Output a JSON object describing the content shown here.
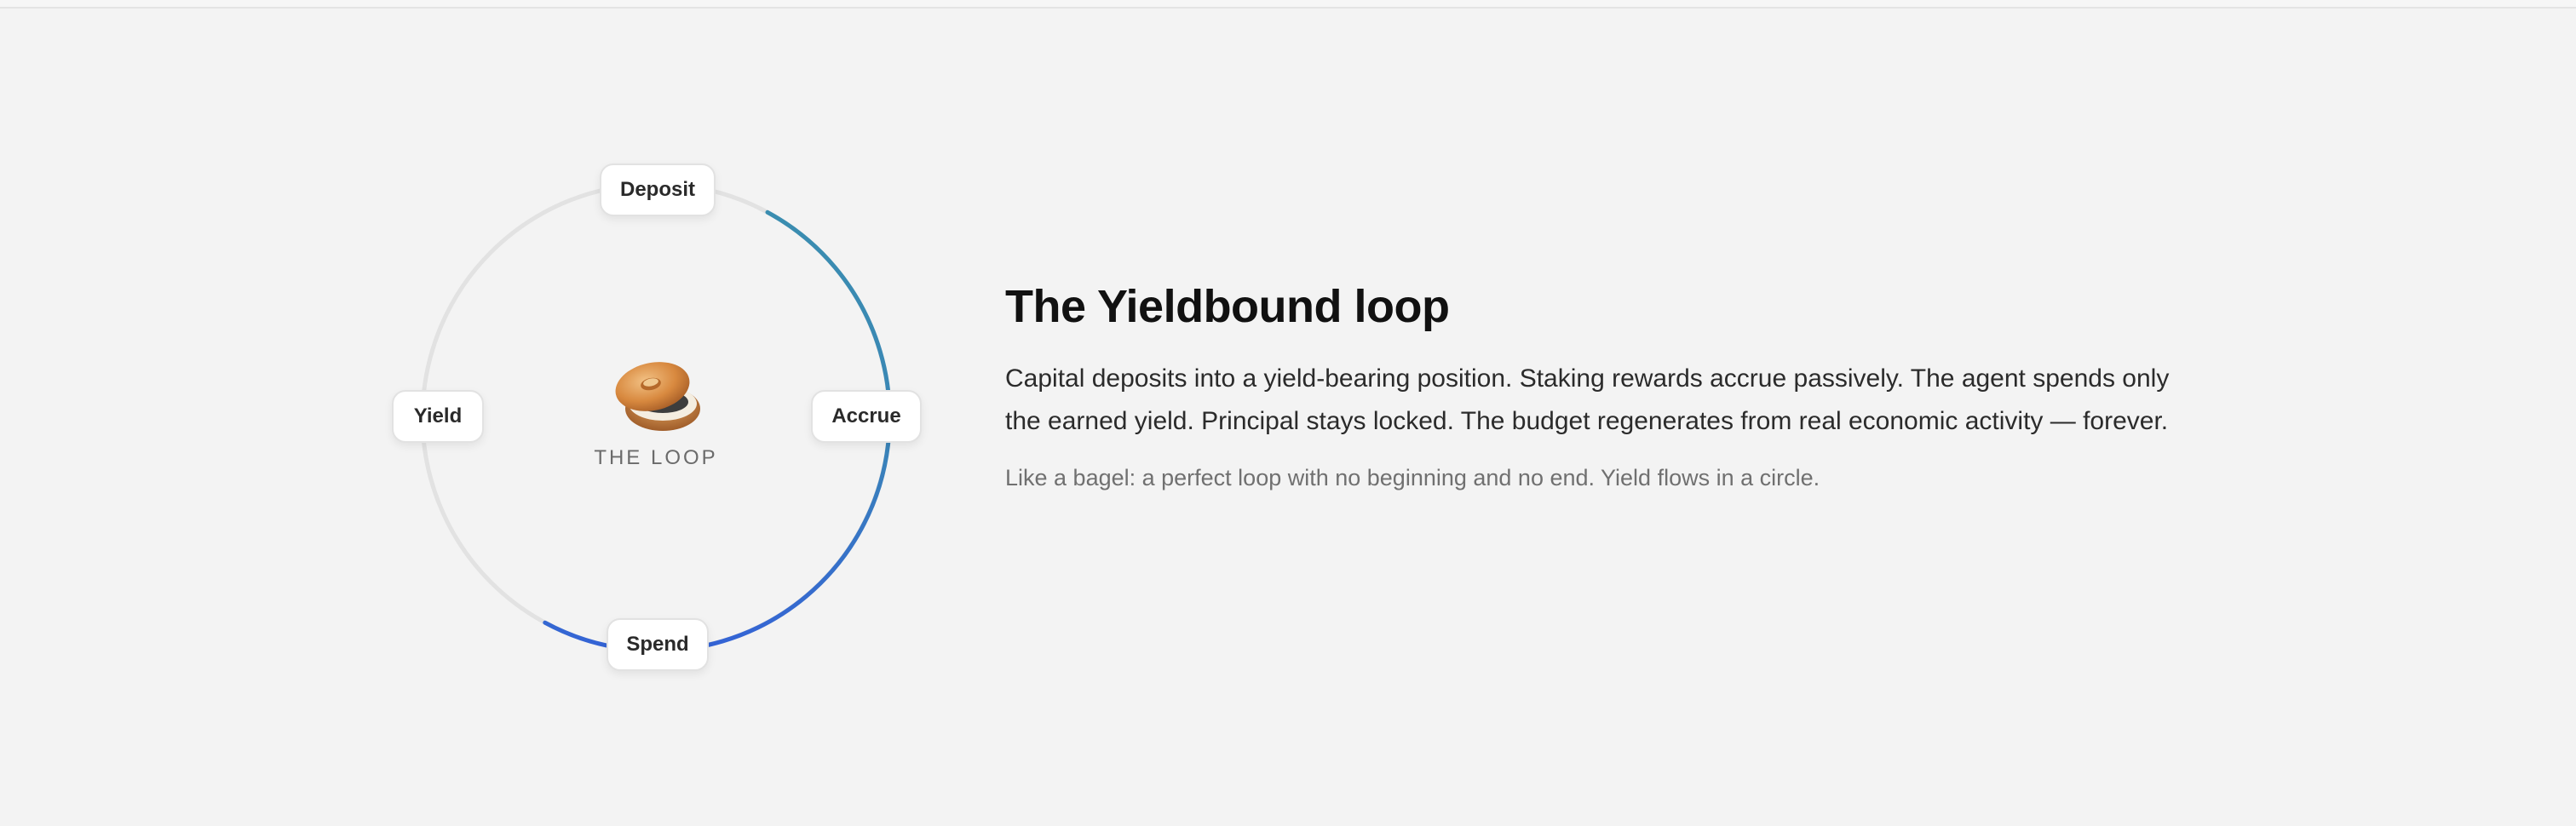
{
  "diagram": {
    "center_label": "THE LOOP",
    "center_icon": "bagel-icon",
    "nodes": {
      "deposit": "Deposit",
      "accrue": "Accrue",
      "spend": "Spend",
      "yield": "Yield"
    },
    "colors": {
      "track": "#e2e2e2",
      "arc_start": "#3a8db0",
      "arc_end": "#3463d6"
    }
  },
  "content": {
    "title": "The Yieldbound loop",
    "body": "Capital deposits into a yield-bearing position. Staking rewards accrue passively. The agent spends only the earned yield. Principal stays locked. The budget regenerates from real economic activity — forever.",
    "caption": "Like a bagel: a perfect loop with no beginning and no end. Yield flows in a circle."
  }
}
